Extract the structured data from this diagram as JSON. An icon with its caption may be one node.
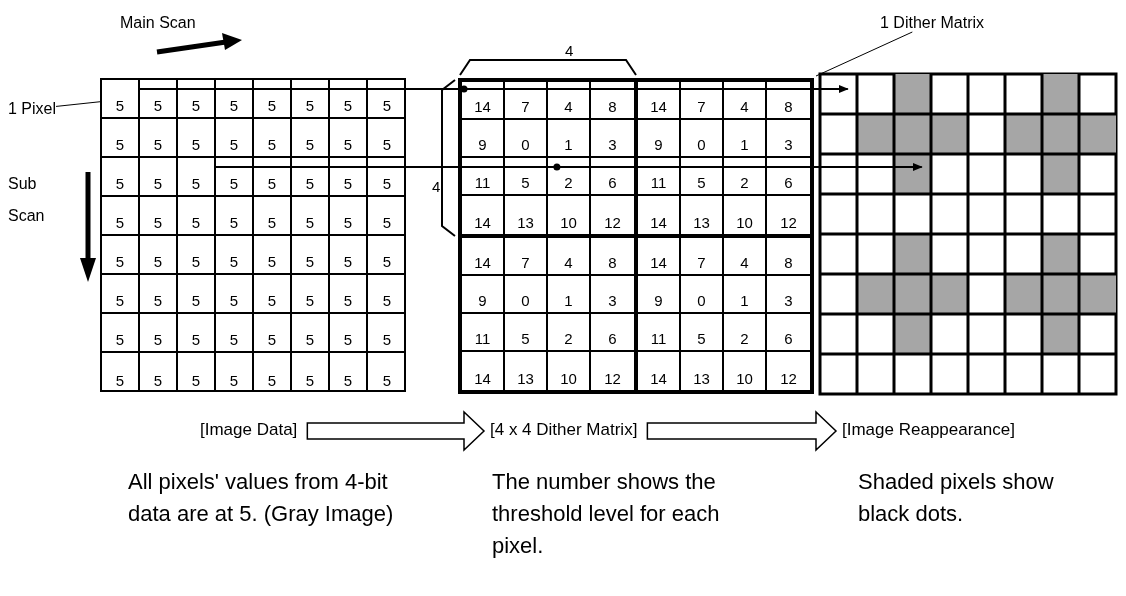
{
  "diagram": {
    "nodes": [
      {
        "text": [
          "1 Pixel"
        ]
      },
      {
        "text": [
          "5"
        ]
      },
      {
        "text": [
          "1 Dither Matrix"
        ]
      },
      {
        "text": [
          "5"
        ]
      },
      {
        "text": [
          "[Image Data]"
        ]
      },
      {
        "text": [
          "[4 x 4 Dither Matrix]"
        ]
      },
      {
        "text": [
          "[Image Reappearance]"
        ]
      }
    ],
    "edges": [
      {
        "from": 0,
        "to": 1,
        "arrow": "none"
      },
      {
        "from": 2,
        "to": null,
        "arrow": "none"
      },
      {
        "from": 1,
        "to": null,
        "arrow": "to"
      },
      {
        "from": 3,
        "to": null,
        "arrow": "to"
      },
      {
        "from": 4,
        "to": 5,
        "arrow": "to"
      },
      {
        "from": 5,
        "to": 6,
        "arrow": "to"
      }
    ],
    "labels": [
      "Main Scan",
      "Sub Scan",
      "5",
      "5",
      "5",
      "5",
      "5",
      "5",
      "5",
      "5",
      "5",
      "5",
      "5",
      "5",
      "5",
      "5",
      "5",
      "5",
      "5",
      "5",
      "5",
      "5",
      "5",
      "5",
      "5",
      "5",
      "5",
      "5",
      "5",
      "5",
      "5",
      "5",
      "5",
      "5",
      "5",
      "5",
      "5",
      "5",
      "5",
      "5",
      "5",
      "5",
      "5",
      "5",
      "5",
      "5",
      "5",
      "5",
      "5",
      "5",
      "5",
      "5",
      "5",
      "5",
      "5",
      "5",
      "5",
      "5",
      "5",
      "5",
      "5",
      "5",
      "5",
      "5",
      "4",
      "4",
      "14",
      "7",
      "4",
      "8",
      "14",
      "7",
      "4",
      "8",
      "9",
      "0",
      "1",
      "3",
      "9",
      "0",
      "1",
      "3",
      "11",
      "5",
      "2",
      "6",
      "11",
      "5",
      "2",
      "6",
      "14",
      "13",
      "10",
      "12",
      "14",
      "13",
      "10",
      "12",
      "14",
      "7",
      "4",
      "8",
      "14",
      "7",
      "4",
      "8",
      "9",
      "0",
      "1",
      "3",
      "9",
      "0",
      "1",
      "3",
      "11",
      "5",
      "2",
      "6",
      "11",
      "5",
      "2",
      "6",
      "14",
      "13",
      "10",
      "12",
      "14",
      "13",
      "10",
      "12",
      "All pixels' values from 4-bit data are at 5. (Gray Image)",
      "The number shows the threshold level for each pixel.",
      "Shaded pixels show black dots."
    ]
  }
}
